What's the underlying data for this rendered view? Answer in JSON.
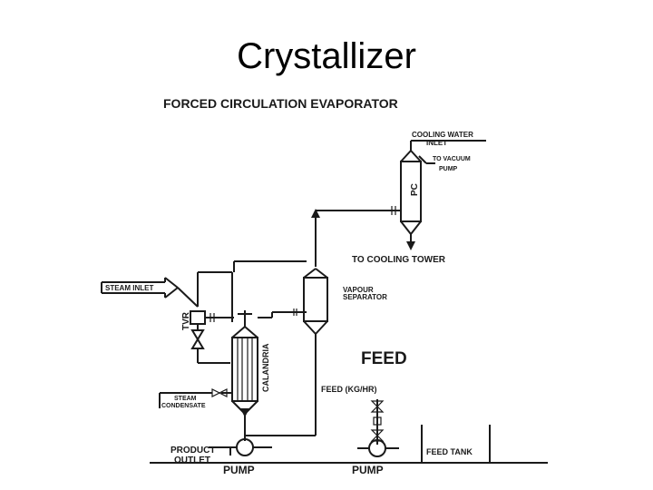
{
  "slide": {
    "title": "Crystallizer"
  },
  "diagram": {
    "heading": "FORCED CIRCULATION EVAPORATOR",
    "labels": {
      "cooling_water_inlet": "COOLING WATER",
      "inlet_word": "INLET",
      "to_vacuum": "TO VACUUM",
      "pump_word": "PUMP",
      "pc": "PC",
      "to_cooling_tower": "TO COOLING TOWER",
      "steam_inlet": "STEAM INLET",
      "vapour": "VAPOUR",
      "separator": "SEPARATOR",
      "tvr": "TVR",
      "calandria": "CALANDRIA",
      "feed": "FEED",
      "feed_rate": "FEED (KG/HR)",
      "steam": "STEAM",
      "condensate": "CONDENSATE",
      "product": "PRODUCT",
      "outlet": "OUTLET",
      "pump_left": "PUMP",
      "pump_right": "PUMP",
      "feed_tank": "FEED TANK"
    }
  }
}
